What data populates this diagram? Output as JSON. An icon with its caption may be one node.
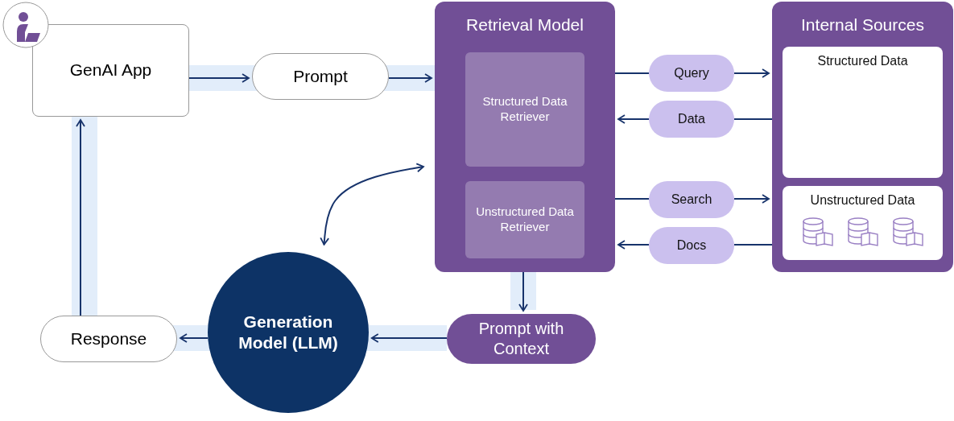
{
  "diagram": {
    "nodes": [
      {
        "text": [
          "GenAI App"
        ]
      },
      {
        "text": [
          "Prompt"
        ]
      },
      {
        "text": [
          "Retrieval Model"
        ]
      },
      {
        "text": [
          "Structured Data Retriever"
        ],
        "in": 2
      },
      {
        "text": [
          "Unstructured Data Retriever"
        ],
        "in": 2
      },
      {
        "text": [
          "Query"
        ]
      },
      {
        "text": [
          "Data"
        ]
      },
      {
        "text": [
          "Search"
        ]
      },
      {
        "text": [
          "Docs"
        ]
      },
      {
        "text": [
          "Internal Sources"
        ]
      },
      {
        "text": [
          "Structured Data"
        ],
        "in": 9
      },
      {
        "text": [
          "Unstructured Data"
        ],
        "in": 9
      },
      {
        "text": [
          "Prompt with Context"
        ]
      },
      {
        "text": [
          "Generation Model (LLM)"
        ]
      },
      {
        "text": [
          "Response"
        ]
      }
    ],
    "edges": [
      {
        "from": 0,
        "to": 1,
        "arrow": "to"
      },
      {
        "from": 1,
        "to": 2,
        "arrow": "to"
      },
      {
        "from": 2,
        "to": 5,
        "arrow": "none"
      },
      {
        "from": 5,
        "to": 9,
        "arrow": "to"
      },
      {
        "from": 9,
        "to": 6,
        "arrow": "none"
      },
      {
        "from": 6,
        "to": 2,
        "arrow": "to"
      },
      {
        "from": 2,
        "to": 7,
        "arrow": "none"
      },
      {
        "from": 7,
        "to": 9,
        "arrow": "to"
      },
      {
        "from": 9,
        "to": 8,
        "arrow": "none"
      },
      {
        "from": 8,
        "to": 2,
        "arrow": "to"
      },
      {
        "from": 13,
        "to": 2,
        "arrow": "both"
      },
      {
        "from": 2,
        "to": 12,
        "arrow": "to"
      },
      {
        "from": 12,
        "to": 13,
        "arrow": "to"
      },
      {
        "from": 13,
        "to": 14,
        "arrow": "to"
      },
      {
        "from": 14,
        "to": 0,
        "arrow": "to"
      }
    ]
  }
}
